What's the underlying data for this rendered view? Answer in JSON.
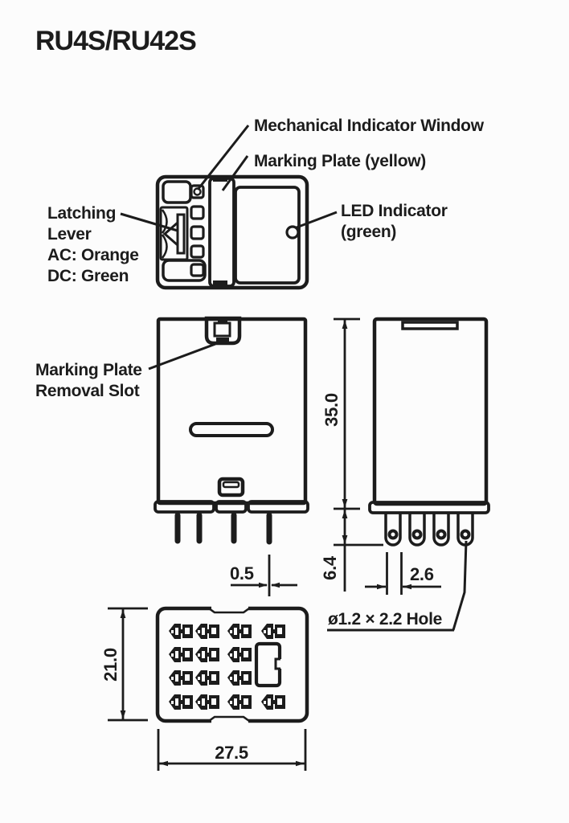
{
  "title": "RU4S/RU42S",
  "colors": {
    "line": "#1c1c1c",
    "background": "#fcfcfc"
  },
  "top_view": {
    "mechanical_indicator_label": "Mechanical Indicator Window",
    "marking_plate_label": "Marking Plate (yellow)",
    "latching_lever_label": [
      "Latching",
      "Lever",
      "AC: Orange",
      "DC: Green"
    ],
    "led_indicator_label": [
      "LED Indicator",
      "(green)"
    ]
  },
  "front_view": {
    "removal_slot_label": [
      "Marking Plate",
      "Removal Slot"
    ]
  },
  "dimensions": {
    "body_height_mm": "35.0",
    "pin_offset_mm": "0.5",
    "pin_length_mm": "6.4",
    "pin_width_mm": "2.6",
    "pin_hole_note": "ø1.2 × 2.2 Hole",
    "base_depth_mm": "21.0",
    "base_width_mm": "27.5"
  }
}
